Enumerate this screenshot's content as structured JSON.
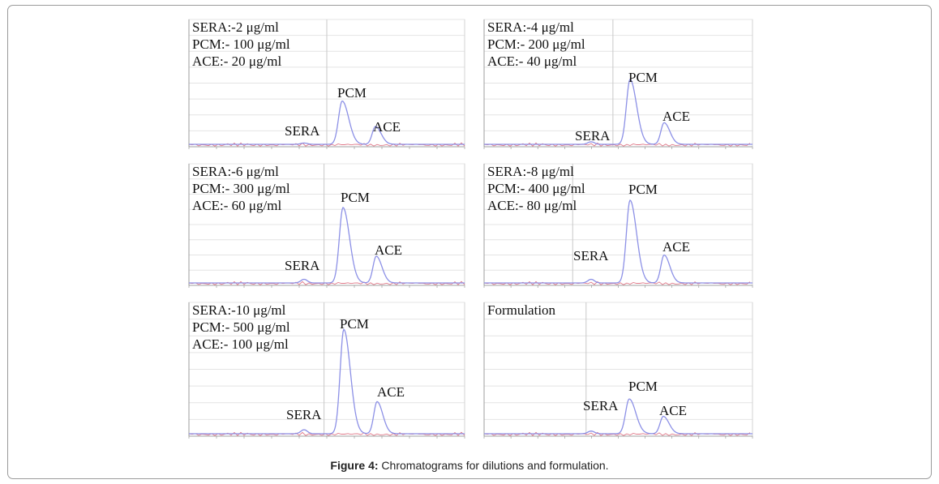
{
  "figure": {
    "caption_label": "Figure 4:",
    "caption_text": " Chromatograms for dilutions and formulation."
  },
  "colors": {
    "trace": "#8c90e6",
    "baseline": "#e07a8a",
    "grid": "#e4e4e4",
    "axis": "#8a8a8a",
    "frame": "#9a9a9a"
  },
  "chart_data": [
    {
      "type": "line",
      "panel": "dilution-1",
      "info_lines": [
        "SERA:-2 μg/ml",
        "PCM:- 100 μg/ml",
        "ACE:- 20 μg/ml"
      ],
      "peaks": [
        {
          "label": "SERA",
          "height": 0.01
        },
        {
          "label": "PCM",
          "height": 0.34
        },
        {
          "label": "ACE",
          "height": 0.14
        }
      ]
    },
    {
      "type": "line",
      "panel": "dilution-2",
      "info_lines": [
        "SERA:-4 μg/ml",
        "PCM:- 200 μg/ml",
        "ACE:- 40 μg/ml"
      ],
      "peaks": [
        {
          "label": "SERA",
          "height": 0.02
        },
        {
          "label": "PCM",
          "height": 0.51
        },
        {
          "label": "ACE",
          "height": 0.17
        }
      ]
    },
    {
      "type": "line",
      "panel": "dilution-3",
      "info_lines": [
        "SERA:-6 μg/ml",
        "PCM:- 300 μg/ml",
        "ACE:- 60 μg/ml"
      ],
      "peaks": [
        {
          "label": "SERA",
          "height": 0.03
        },
        {
          "label": "PCM",
          "height": 0.62
        },
        {
          "label": "ACE",
          "height": 0.22
        }
      ]
    },
    {
      "type": "line",
      "panel": "dilution-4",
      "info_lines": [
        "SERA:-8 μg/ml",
        "PCM:- 400 μg/ml",
        "ACE:- 80 μg/ml"
      ],
      "peaks": [
        {
          "label": "SERA",
          "height": 0.03
        },
        {
          "label": "PCM",
          "height": 0.68
        },
        {
          "label": "ACE",
          "height": 0.23
        }
      ]
    },
    {
      "type": "line",
      "panel": "dilution-5",
      "info_lines": [
        "SERA:-10 μg/ml",
        "PCM:- 500 μg/ml",
        "ACE:- 100 μg/ml"
      ],
      "peaks": [
        {
          "label": "SERA",
          "height": 0.03
        },
        {
          "label": "PCM",
          "height": 0.78
        },
        {
          "label": "ACE",
          "height": 0.24
        }
      ]
    },
    {
      "type": "line",
      "panel": "formulation",
      "info_lines": [
        "Formulation"
      ],
      "peaks": [
        {
          "label": "SERA",
          "height": 0.02
        },
        {
          "label": "PCM",
          "height": 0.26
        },
        {
          "label": "ACE",
          "height": 0.13
        }
      ]
    }
  ]
}
